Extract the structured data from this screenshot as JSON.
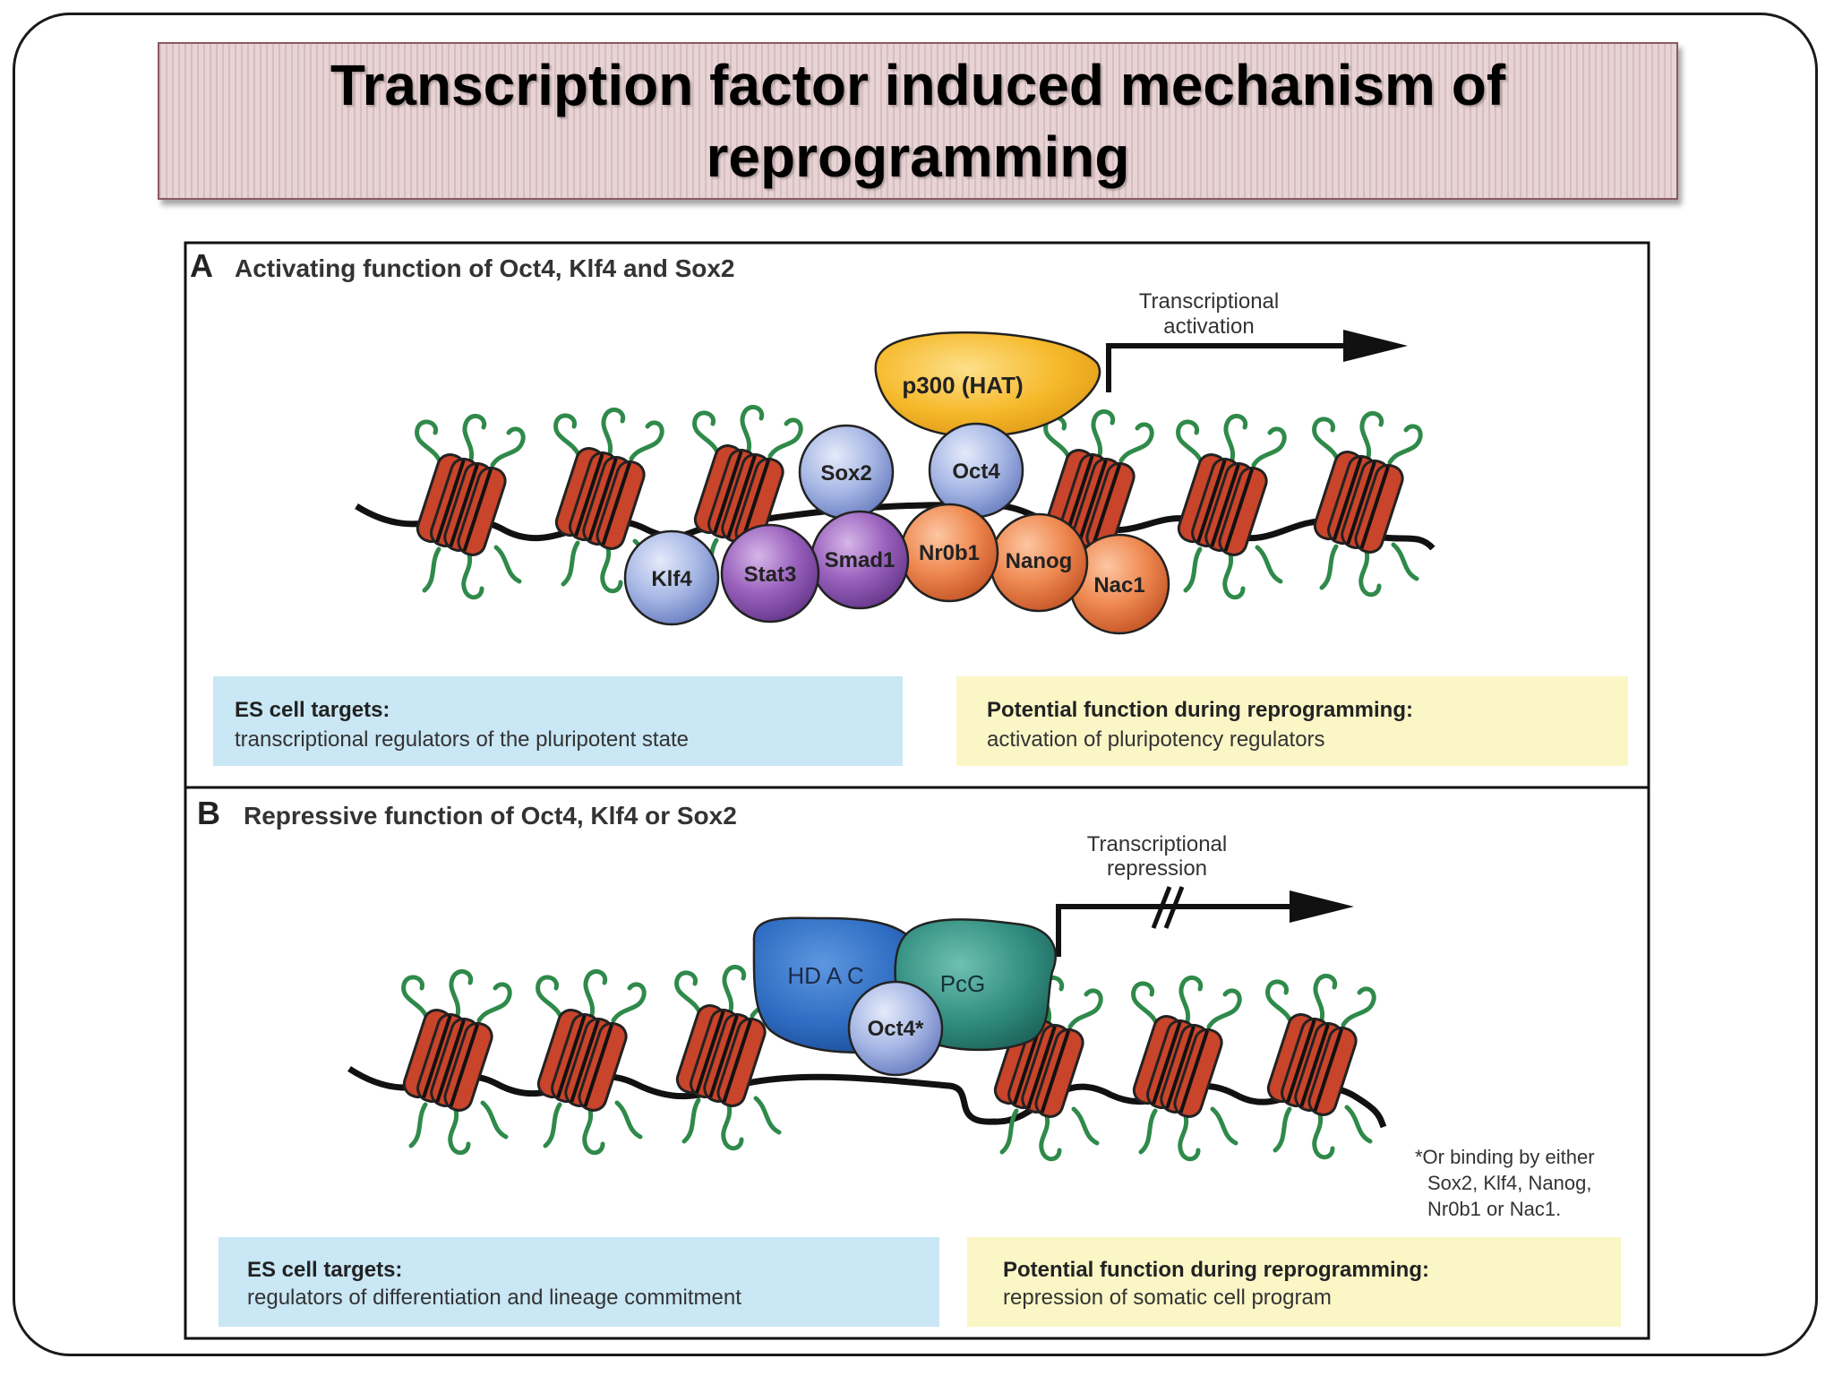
{
  "slide": {
    "title": "Transcription factor induced mechanism of reprogramming"
  },
  "panel_a": {
    "letter": "A",
    "heading": "Activating function of Oct4, Klf4 and Sox2",
    "arrow_label": [
      "Transcriptional",
      "activation"
    ],
    "factors": {
      "hat": "p300 (HAT)",
      "sox2": "Sox2",
      "oct4": "Oct4",
      "klf4": "Klf4",
      "stat3": "Stat3",
      "smad1": "Smad1",
      "nr0b1": "Nr0b1",
      "nanog": "Nanog",
      "nac1": "Nac1"
    },
    "targets_box": {
      "title": "ES cell targets:",
      "text": "transcriptional regulators of the pluripotent state"
    },
    "function_box": {
      "title": "Potential function during reprogramming:",
      "text": "activation of pluripotency regulators"
    }
  },
  "panel_b": {
    "letter": "B",
    "heading": "Repressive function of Oct4, Klf4 or Sox2",
    "arrow_label": [
      "Transcriptional",
      "repression"
    ],
    "factors": {
      "hdac": "HD A C",
      "pcg": "PcG",
      "oct4": "Oct4*"
    },
    "footnote": [
      "*Or binding by either",
      "Sox2, Klf4, Nanog,",
      "Nr0b1 or Nac1."
    ],
    "targets_box": {
      "title": "ES cell targets:",
      "text": "regulators of differentiation and lineage commitment"
    },
    "function_box": {
      "title": "Potential function during reprogramming:",
      "text": "repression of somatic cell program"
    }
  },
  "colors": {
    "nucleosome": "#c8442a",
    "histone_tail": "#2f8a4a",
    "blue_factor": "#a9b9e6",
    "purple_factor": "#9a62bd",
    "orange_factor": "#ef8a52",
    "hat": "#f6b92b",
    "hdac": "#2e6cc2",
    "pcg": "#2f8c7e",
    "targets_box": "#c9e7f5",
    "function_box": "#fbf6c6"
  }
}
